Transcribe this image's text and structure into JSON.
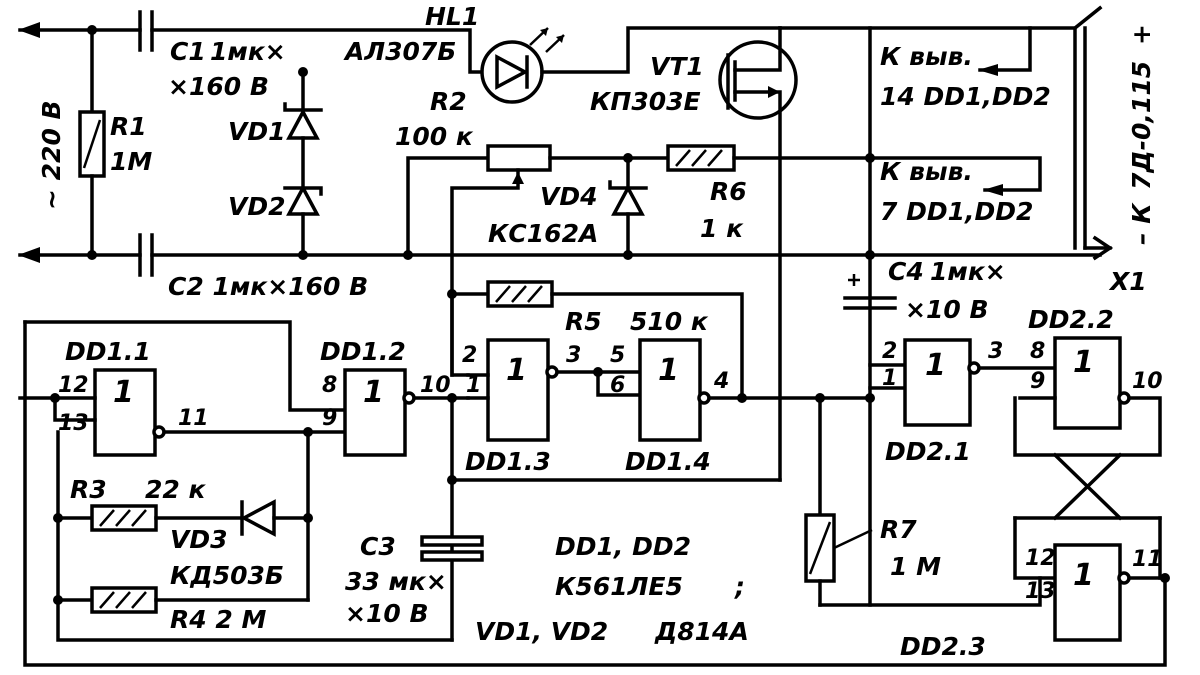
{
  "labels": {
    "ac_input": "~ 220 В",
    "c1_name": "C1",
    "c1_value": "1мк×",
    "c1_rating": "×160 В",
    "r1_name": "R1",
    "r1_value": "1М",
    "vd1": "VD1",
    "vd2": "VD2",
    "hl1_name": "HL1",
    "hl1_type": "АЛ307Б",
    "vt1_name": "VT1",
    "vt1_type": "КП303Е",
    "r2_name": "R2",
    "r2_value": "100 к",
    "vd4_name": "VD4",
    "vd4_type": "КС162А",
    "r6_name": "R6",
    "r6_value": "1 к",
    "pin14_note_1": "К выв.",
    "pin14_note_2": "14 DD1,DD2",
    "pin7_note_1": "К выв.",
    "pin7_note_2": "7 DD1,DD2",
    "motor": "7Д-0,115",
    "motor_plus": "+",
    "motor_minus": "– К",
    "x1": "X1",
    "c2": "C2   1мк×160 В",
    "c4_name": "C4",
    "c4_value": "1мк×",
    "c4_rating": "×10 В",
    "r5_name": "R5",
    "r5_value": "510 к",
    "dd11": "DD1.1",
    "dd12": "DD1.2",
    "dd13": "DD1.3",
    "dd14": "DD1.4",
    "dd21": "DD2.1",
    "dd22": "DD2.2",
    "dd23": "DD2.3",
    "r3_name": "R3",
    "r3_value": "22 к",
    "vd3_name": "VD3",
    "vd3_type": "КД503Б",
    "r4": "R4   2 М",
    "c3_name": "C3",
    "c3_value": "33 мк×",
    "c3_rating": "×10 В",
    "r7_name": "R7",
    "r7_value": "1 М",
    "note_chips": "DD1, DD2",
    "note_chip_type": "К561ЛЕ5",
    "note_sep": ";",
    "note_diodes": "VD1, VD2",
    "note_diode_type": "Д814А"
  },
  "gate": {
    "symbol": "1",
    "dd11_in_a": "12",
    "dd11_in_b": "13",
    "dd11_out": "11",
    "dd12_in_a": "8",
    "dd12_in_b": "9",
    "dd12_out": "10",
    "dd13_in_a": "2",
    "dd13_in_b": "1",
    "dd13_out": "3",
    "dd14_in_a": "5",
    "dd14_in_b": "6",
    "dd14_out": "4",
    "dd21_in_a": "2",
    "dd21_in_b": "1",
    "dd21_out": "3",
    "dd22_in_a": "8",
    "dd22_in_b": "9",
    "dd22_out": "10",
    "dd23_in_a": "12",
    "dd23_in_b": "13",
    "dd23_out": "11"
  }
}
